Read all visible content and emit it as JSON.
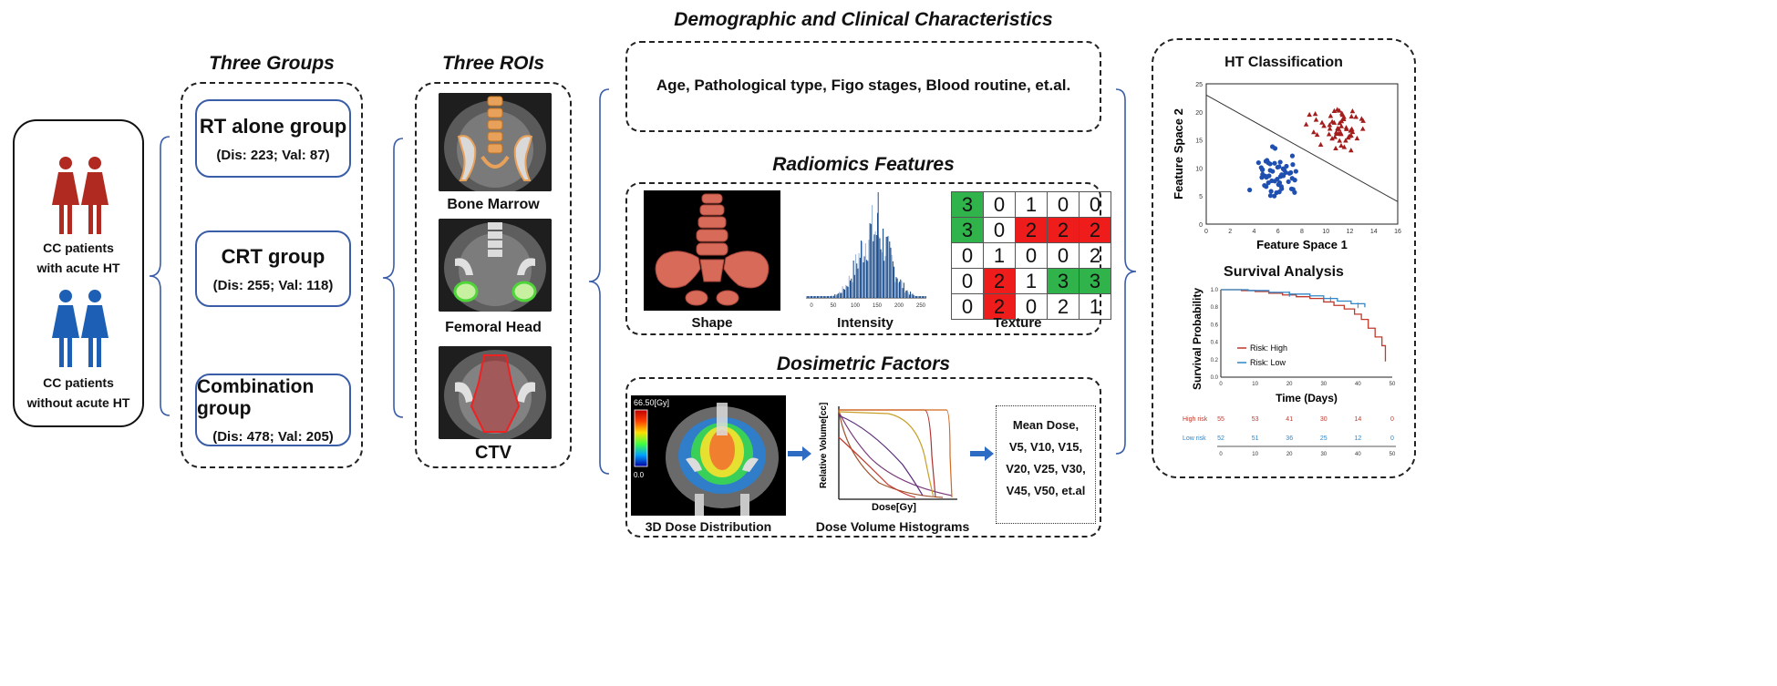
{
  "patients": {
    "with_ht": "CC patients\nwith acute HT",
    "without_ht": "CC patients\nwithout acute HT",
    "colors": {
      "with_ht": "#b02a22",
      "without_ht": "#1d5fb4"
    }
  },
  "groups": {
    "title": "Three Groups",
    "items": [
      {
        "name": "RT alone group",
        "counts": "(Dis: 223; Val: 87)"
      },
      {
        "name": "CRT group",
        "counts": "(Dis: 255; Val: 118)"
      },
      {
        "name": "Combination group",
        "counts": "(Dis: 478; Val: 205)"
      }
    ]
  },
  "rois": {
    "title": "Three ROIs",
    "items": [
      "Bone Marrow",
      "Femoral Head",
      "CTV"
    ]
  },
  "clinical": {
    "title": "Demographic and Clinical Characteristics",
    "text": "Age, Pathological type, Figo stages, Blood routine, et.al."
  },
  "radiomics": {
    "title": "Radiomics Features",
    "labels": [
      "Shape",
      "Intensity",
      "Texture"
    ],
    "histogram_ticks": [
      "0",
      "50",
      "100",
      "150",
      "200",
      "250"
    ],
    "texture_matrix": [
      [
        {
          "v": "3",
          "c": "g"
        },
        {
          "v": "0",
          "c": ""
        },
        {
          "v": "1",
          "c": ""
        },
        {
          "v": "0",
          "c": ""
        },
        {
          "v": "0",
          "c": ""
        }
      ],
      [
        {
          "v": "3",
          "c": "g"
        },
        {
          "v": "0",
          "c": ""
        },
        {
          "v": "2",
          "c": "r"
        },
        {
          "v": "2",
          "c": "r"
        },
        {
          "v": "2",
          "c": "r"
        }
      ],
      [
        {
          "v": "0",
          "c": ""
        },
        {
          "v": "1",
          "c": ""
        },
        {
          "v": "0",
          "c": ""
        },
        {
          "v": "0",
          "c": ""
        },
        {
          "v": "2",
          "c": ""
        }
      ],
      [
        {
          "v": "0",
          "c": ""
        },
        {
          "v": "2",
          "c": "r"
        },
        {
          "v": "1",
          "c": ""
        },
        {
          "v": "3",
          "c": "g"
        },
        {
          "v": "3",
          "c": "g"
        }
      ],
      [
        {
          "v": "0",
          "c": ""
        },
        {
          "v": "2",
          "c": "r"
        },
        {
          "v": "0",
          "c": ""
        },
        {
          "v": "2",
          "c": ""
        },
        {
          "v": "1",
          "c": ""
        }
      ]
    ],
    "colors": {
      "g": "#2fb34a",
      "r": "#ef1c1c"
    }
  },
  "dosimetric": {
    "title": "Dosimetric Factors",
    "dose_scale_max": "66.50[Gy]",
    "dose_scale_min": "0.0",
    "label_dose": "3D Dose Distribution",
    "label_dvh": "Dose Volume Histograms",
    "dvh_ylabel": "Relative Volume[cc]",
    "dvh_xlabel": "Dose[Gy]",
    "factors": "Mean Dose,\nV5, V10, V15,\nV20, V25, V30,\nV45, V50, et.al"
  },
  "classification": {
    "title": "HT Classification",
    "xlabel": "Feature Space 1",
    "ylabel": "Feature Space 2",
    "xticks": [
      "0",
      "2",
      "4",
      "6",
      "8",
      "10",
      "12",
      "14",
      "16"
    ],
    "yticks": [
      "0",
      "5",
      "10",
      "15",
      "20",
      "25"
    ]
  },
  "survival": {
    "title": "Survival Analysis",
    "xlabel": "Time (Days)",
    "ylabel": "Survival Probability",
    "xticks": [
      "0",
      "10",
      "20",
      "30",
      "40",
      "50"
    ],
    "yticks": [
      "0.0",
      "0.2",
      "0.4",
      "0.6",
      "0.8",
      "1.0"
    ],
    "legend": [
      "Risk: High",
      "Risk: Low"
    ],
    "colors": {
      "high": "#c0392b",
      "low": "#2f86c8"
    },
    "risk_table": {
      "high_label": "High risk",
      "low_label": "Low risk",
      "high": [
        "55",
        "53",
        "41",
        "30",
        "14",
        "0"
      ],
      "low": [
        "52",
        "51",
        "36",
        "25",
        "12",
        "0"
      ],
      "ticks": [
        "0",
        "10",
        "20",
        "30",
        "40",
        "50"
      ]
    }
  }
}
